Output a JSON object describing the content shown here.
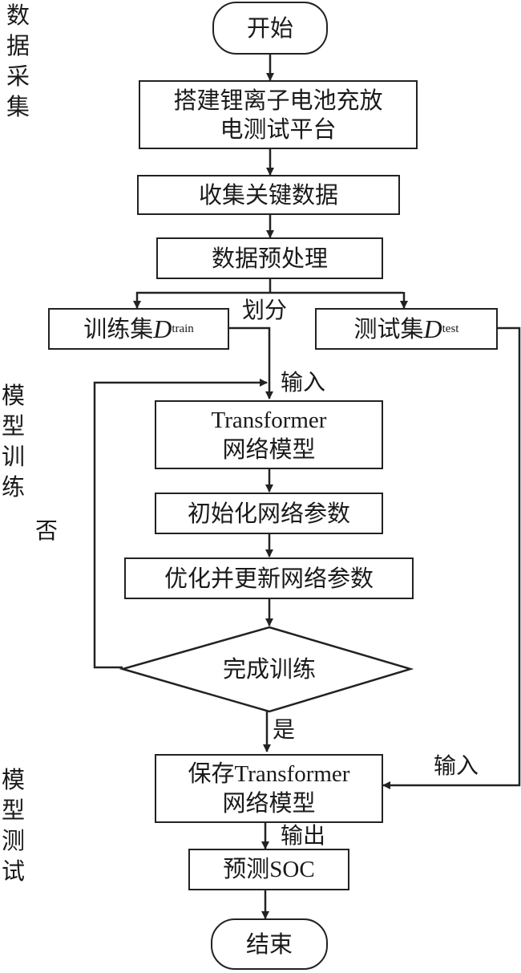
{
  "stages": {
    "data_collection": "数据采集",
    "model_training": "模型训练",
    "model_testing": "模型测试"
  },
  "nodes": {
    "start": "开始",
    "build_platform_line1": "搭建锂离子电池充放",
    "build_platform_line2": "电测试平台",
    "collect_data": "收集关键数据",
    "preprocess": "数据预处理",
    "train_set_prefix": "训练集",
    "train_set_var": "D",
    "train_set_sub": "train",
    "test_set_prefix": "测试集",
    "test_set_var": "D",
    "test_set_sub": "test",
    "transformer_line1": "Transformer",
    "transformer_line2": "网络模型",
    "init_params": "初始化网络参数",
    "optimize_params": "优化并更新网络参数",
    "decision": "完成训练",
    "save_line1": "保存Transformer",
    "save_line2": "网络模型",
    "predict": "预测SOC",
    "end": "结束"
  },
  "edge_labels": {
    "split": "划分",
    "input_train": "输入",
    "no": "否",
    "yes": "是",
    "input_test": "输入",
    "output": "输出"
  }
}
